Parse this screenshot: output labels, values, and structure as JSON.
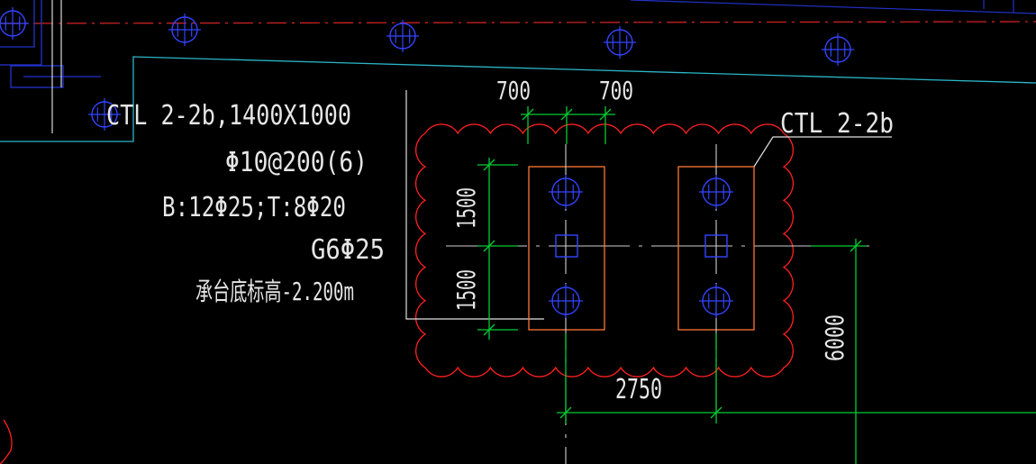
{
  "drawing": {
    "labels": {
      "cap_spec": "CTL 2-2b,1400X1000",
      "stirrup": "Φ10@200(6)",
      "main_bars": "B:12Φ25;T:8Φ20",
      "side_bars": "G6Φ25",
      "bottom_elev": "承台底标高-2.200m",
      "cap_tag": "CTL 2-2b"
    },
    "dimensions": {
      "top_left": "700",
      "top_right": "700",
      "vert_upper": "1500",
      "vert_lower": "1500",
      "bottom": "2750",
      "right": "6000"
    },
    "colors": {
      "background": "#000000",
      "text": "#e6e6e6",
      "dimension": "#00cc33",
      "cap_outline": "#ff7733",
      "revision_cloud": "#ff2020",
      "pile_symbol": "#3344ff",
      "wall_line": "#2bb7c9",
      "axis_line": "#cc2222"
    }
  }
}
